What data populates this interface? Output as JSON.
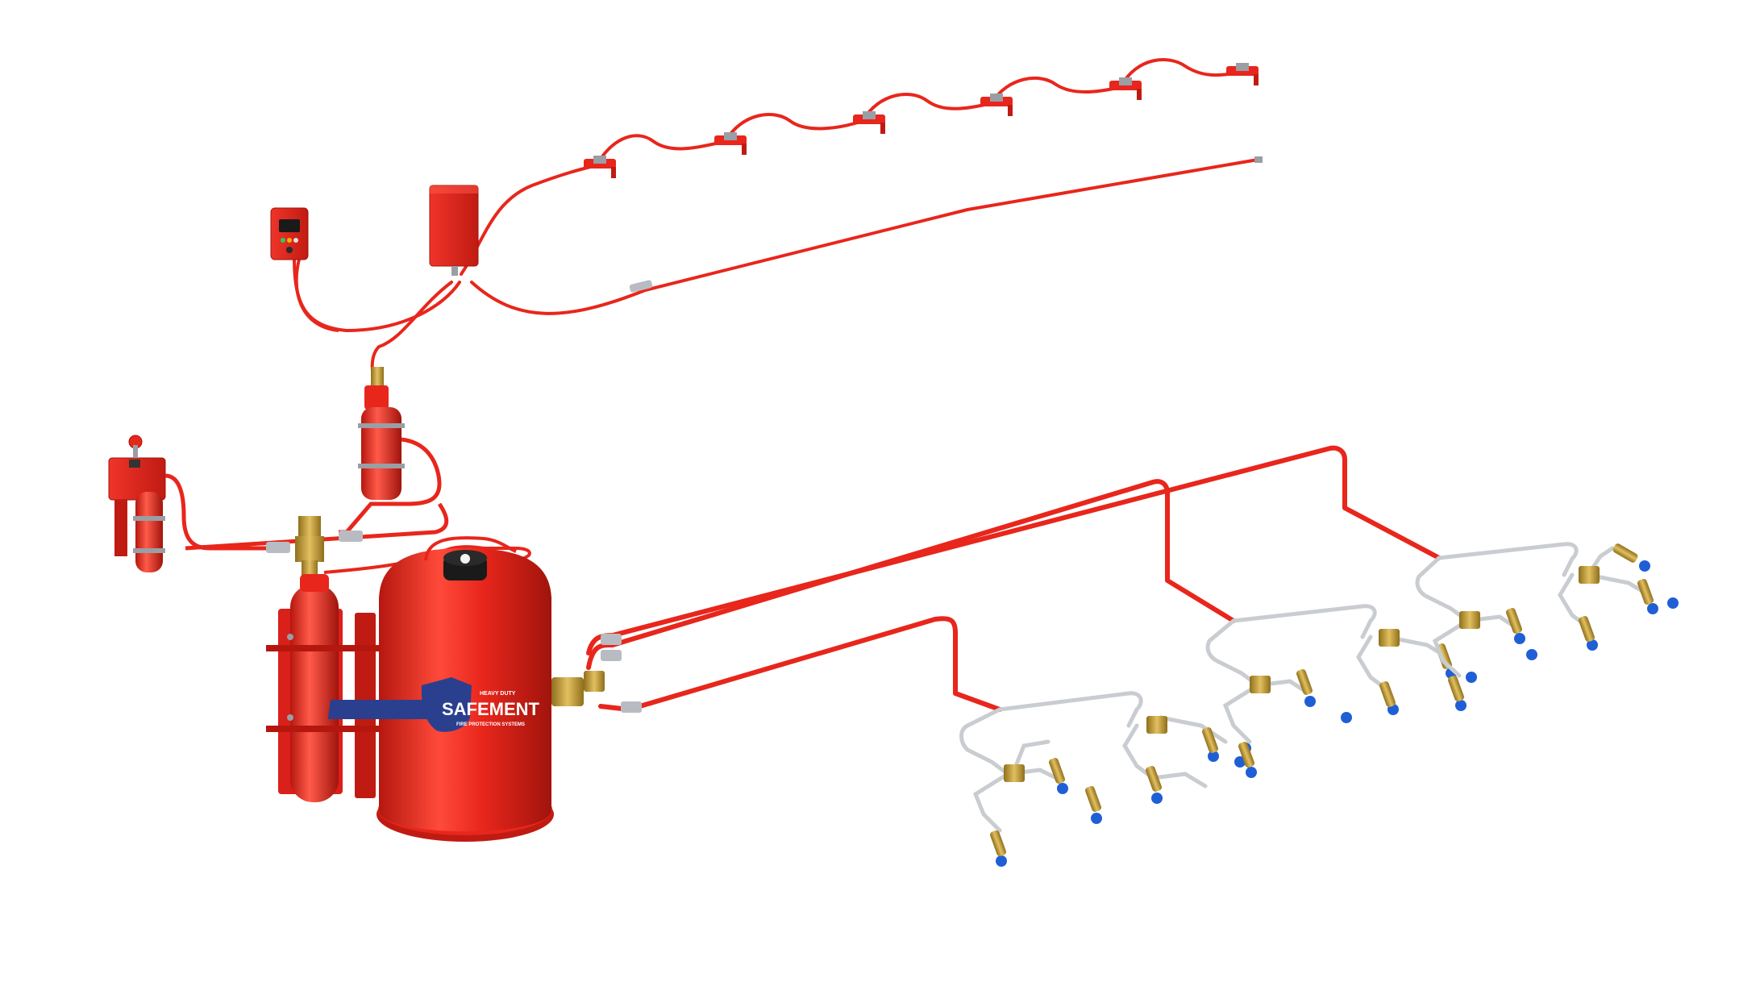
{
  "scene": {
    "description_alt": "",
    "colors": {
      "background": "#ffffff",
      "red_main": "#e8261c",
      "red_dark": "#b5170f",
      "red_light": "#ff5a4a",
      "brass": "#c8a13a",
      "brass_dark": "#8f6f1c",
      "steel": "#c9ccd0",
      "steel_dark": "#8e9399",
      "cap_blue": "#1f5fd6",
      "display_dark": "#1a1a1a",
      "shield_blue": "#2b3f8f",
      "logo_white": "#ffffff"
    }
  },
  "tank_logo": {
    "heavy_duty": "HEAVY DUTY",
    "brand": "SAFEMENT",
    "tagline": "FIRE PROTECTION SYSTEMS"
  },
  "components": [
    {
      "name": "control-panel",
      "icon": "display-panel-icon"
    },
    {
      "name": "junction-box",
      "icon": "box-icon"
    },
    {
      "name": "detection-heads",
      "icon": "heat-detector-icon"
    },
    {
      "name": "manual-release-cylinder",
      "icon": "extinguisher-icon"
    },
    {
      "name": "actuator-cylinder",
      "icon": "actuator-icon"
    },
    {
      "name": "pilot-cylinder",
      "icon": "cylinder-icon"
    },
    {
      "name": "main-agent-tank",
      "icon": "tank-icon"
    },
    {
      "name": "nozzle-manifolds",
      "icon": "nozzle-icon"
    }
  ]
}
